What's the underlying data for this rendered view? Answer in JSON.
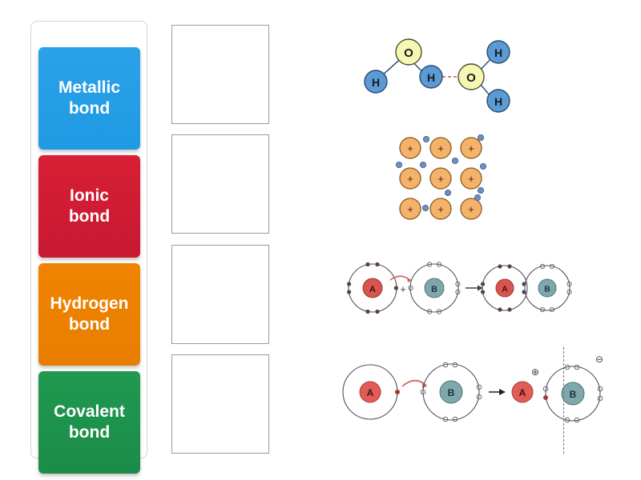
{
  "activity": {
    "type": "match-up-drag-and-drop",
    "title": "Chemical bond types matching activity"
  },
  "drag_cards": [
    {
      "id": "metallic",
      "label": "Metallic bond",
      "line1": "Metallic",
      "line2": "bond",
      "color": "#1e9ae4"
    },
    {
      "id": "ionic",
      "label": "Ionic bond",
      "line1": "Ionic",
      "line2": "bond",
      "color": "#c81832"
    },
    {
      "id": "hydrogen",
      "label": "Hydrogen bond",
      "line1": "Hydrogen",
      "line2": "bond",
      "color": "#e87e00"
    },
    {
      "id": "covalent",
      "label": "Covalent bond",
      "line1": "Covalent",
      "line2": "bond",
      "color": "#1b8c49"
    }
  ],
  "drop_zones": [
    {
      "id": "zone-1",
      "value": "",
      "placeholder": ""
    },
    {
      "id": "zone-2",
      "value": "",
      "placeholder": ""
    },
    {
      "id": "zone-3",
      "value": "",
      "placeholder": ""
    },
    {
      "id": "zone-4",
      "value": "",
      "placeholder": ""
    }
  ],
  "illustrations": [
    {
      "id": "hydrogen-bond-diagram",
      "name": "two water molecules with hydrogen bond",
      "atom_labels": [
        "O",
        "H",
        "H",
        "O",
        "H",
        "H"
      ],
      "oxygen_color": "#f7f7b5",
      "hydrogen_color": "#5b9bd5",
      "bond_line_color": "#3d5a80",
      "hbond_color": "#d9534f",
      "hbond_style": "dashed"
    },
    {
      "id": "metallic-bond-diagram",
      "name": "lattice of metal cations in electron sea",
      "cation_symbol": "+",
      "cation_color": "#f4b26a",
      "cation_border": "#8a5a1e",
      "electron_color": "#6e8fc4",
      "rows": 3,
      "columns": 3
    },
    {
      "id": "covalent-bond-diagram",
      "name": "covalent bond electron sharing between atom A and atom B",
      "atom_labels": [
        "A",
        "B",
        "A",
        "B"
      ],
      "operator": "+",
      "arrow": "→",
      "atom_a_color": "#d9534f",
      "atom_b_color": "#7fa8ad",
      "shell_color": "#55515a",
      "electron_color": "#5a3f4a",
      "transfer_arrow_color": "#c9695e"
    },
    {
      "id": "ionic-bond-diagram",
      "name": "ionic bond electron transfer from atom A to atom B",
      "atom_labels": [
        "A",
        "B",
        "A",
        "B"
      ],
      "arrow": "→",
      "cation_charge": "⊕",
      "anion_charge": "⊖",
      "atom_a_color": "#e25b54",
      "atom_b_color": "#7fa8ad",
      "shell_color": "#55515a",
      "electron_color": "#6b6b78",
      "transfer_arrow_color": "#c9695e"
    }
  ],
  "divider": {
    "name": "page-divider",
    "style": "dashed-vertical"
  }
}
